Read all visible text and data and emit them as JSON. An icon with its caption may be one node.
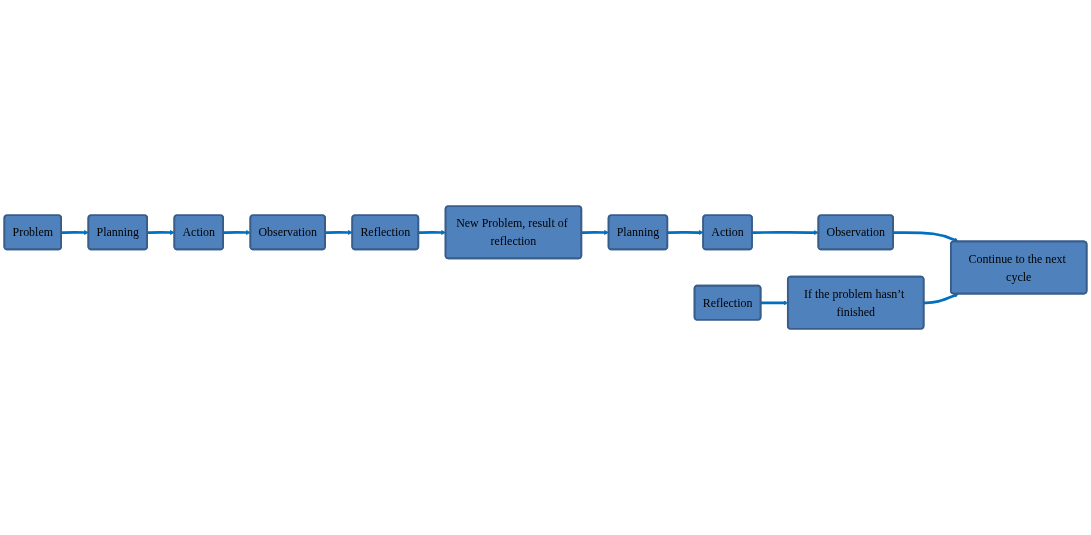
{
  "diagram": {
    "nodes": [
      {
        "text": [
          "Problem"
        ]
      },
      {
        "text": [
          "Planning"
        ]
      },
      {
        "text": [
          "Action"
        ]
      },
      {
        "text": [
          "Observation"
        ]
      },
      {
        "text": [
          "Reflection"
        ]
      },
      {
        "text": [
          "New Problem, result of reflection"
        ]
      },
      {
        "text": [
          "Planning"
        ]
      },
      {
        "text": [
          "Action"
        ]
      },
      {
        "text": [
          "Observation"
        ]
      },
      {
        "text": [
          "Reflection"
        ]
      },
      {
        "text": [
          "If the problem hasn’t finished"
        ]
      },
      {
        "text": [
          "Continue to the next cycle"
        ]
      }
    ],
    "edges": [
      {
        "from": 0,
        "to": 1,
        "arrow": "to"
      },
      {
        "from": 1,
        "to": 2,
        "arrow": "to"
      },
      {
        "from": 2,
        "to": 3,
        "arrow": "to"
      },
      {
        "from": 3,
        "to": 4,
        "arrow": "to"
      },
      {
        "from": 4,
        "to": 5,
        "arrow": "to"
      },
      {
        "from": 5,
        "to": 6,
        "arrow": "to"
      },
      {
        "from": 6,
        "to": 7,
        "arrow": "to"
      },
      {
        "from": 7,
        "to": 8,
        "arrow": "to"
      },
      {
        "from": 8,
        "to": 11,
        "arrow": "to"
      },
      {
        "from": 9,
        "to": 10,
        "arrow": "to"
      },
      {
        "from": 10,
        "to": 11,
        "arrow": "to"
      }
    ]
  }
}
